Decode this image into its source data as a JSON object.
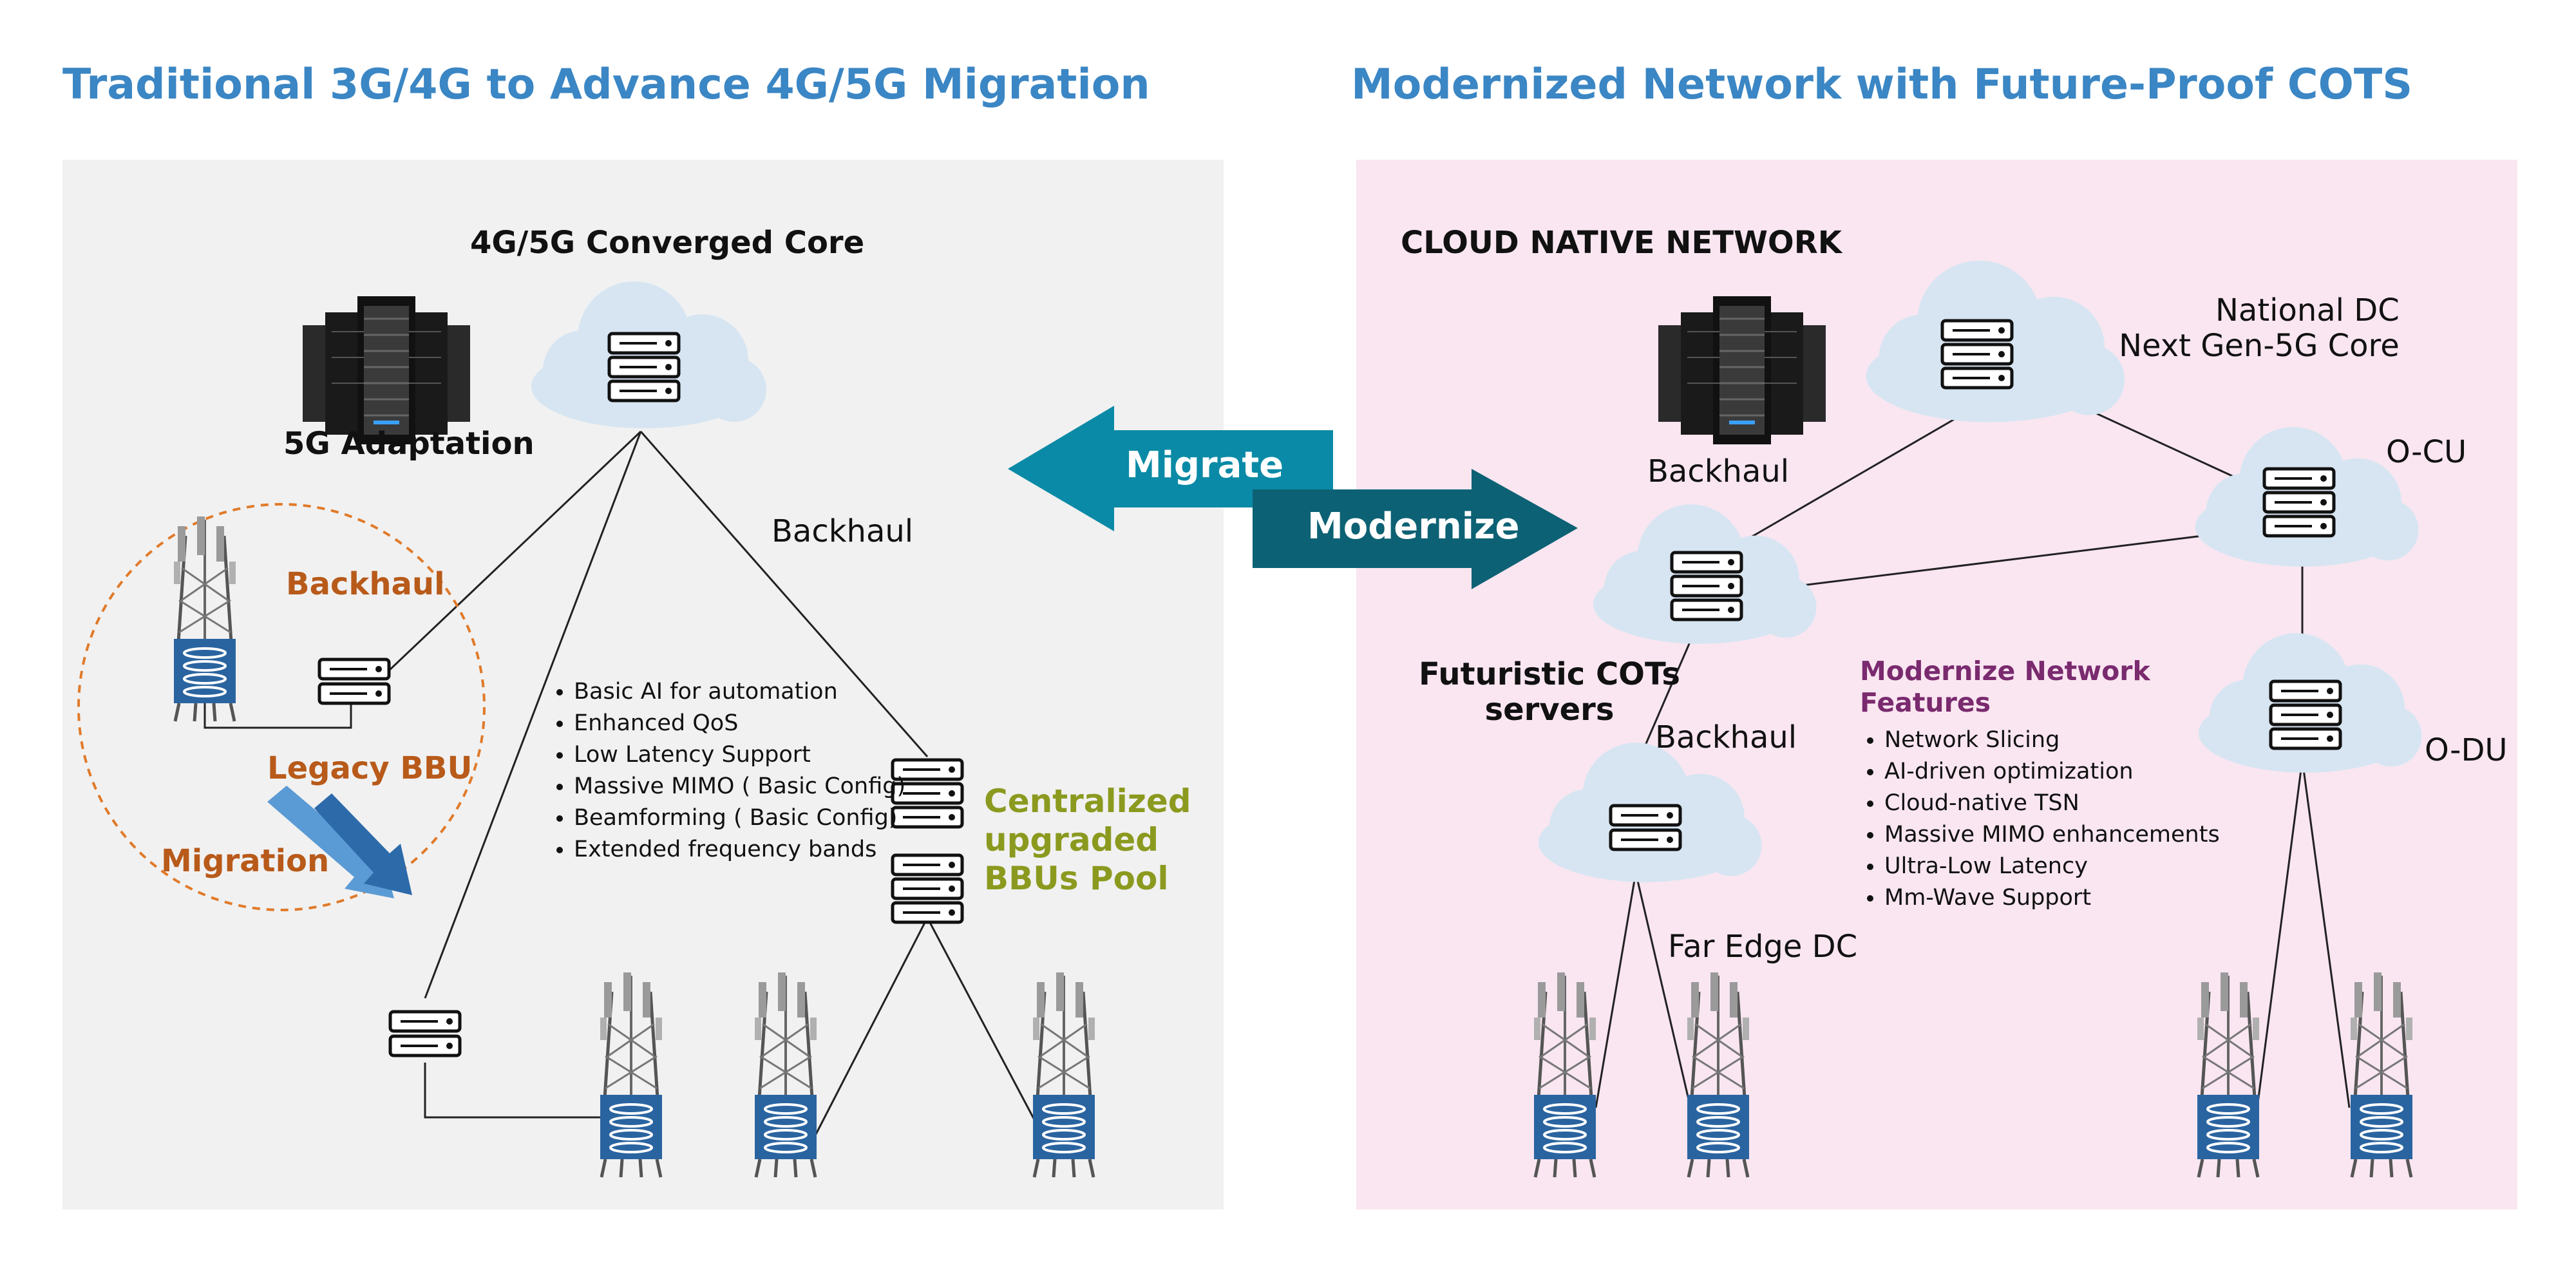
{
  "left": {
    "title": "Traditional 3G/4G to Advance 4G/5G Migration",
    "core_label": "4G/5G Converged Core",
    "adaptation_label": "5G Adaptation",
    "backhaul_label": "Backhaul",
    "backhaul_orange": "Backhaul",
    "legacy_bbu": "Legacy BBU",
    "migration": "Migration",
    "pool_label": [
      "Centralized",
      "upgraded",
      "BBUs Pool"
    ],
    "features": [
      "Basic AI for automation",
      "Enhanced QoS",
      "Low Latency Support",
      "Massive MIMO ( Basic Config)",
      "Beamforming ( Basic Config)",
      "Extended frequency bands"
    ]
  },
  "center": {
    "migrate": "Migrate",
    "modernize": "Modernize"
  },
  "right": {
    "title": "Modernized Network with Future-Proof COTS",
    "cloud_native": "CLOUD NATIVE NETWORK",
    "national_dc": [
      "National DC",
      "Next Gen-5G Core"
    ],
    "ocu": "O-CU",
    "odu": "O-DU",
    "backhaul_top": "Backhaul",
    "backhaul_mid": "Backhaul",
    "cots": [
      "Futuristic COTs",
      "servers"
    ],
    "far_edge": "Far Edge DC",
    "features_title": [
      "Modernize Network",
      "Features"
    ],
    "features": [
      "Network Slicing",
      "AI-driven optimization",
      "Cloud-native TSN",
      "Massive MIMO enhancements",
      "Ultra-Low Latency",
      "Mm-Wave Support"
    ]
  },
  "colors": {
    "title": "#3b86c4",
    "left_panel": "#f1f1f1",
    "right_panel": "#f9e6f1",
    "migrate_arrow": "#0a8aa6",
    "modernize_arrow": "#0d6174",
    "legacy_orange": "#b85a1a",
    "pool_olive": "#8b9a1f",
    "features_purple": "#7a2a6e",
    "cloud": "#d7e5f2",
    "tower_box": "#2a64a0"
  }
}
